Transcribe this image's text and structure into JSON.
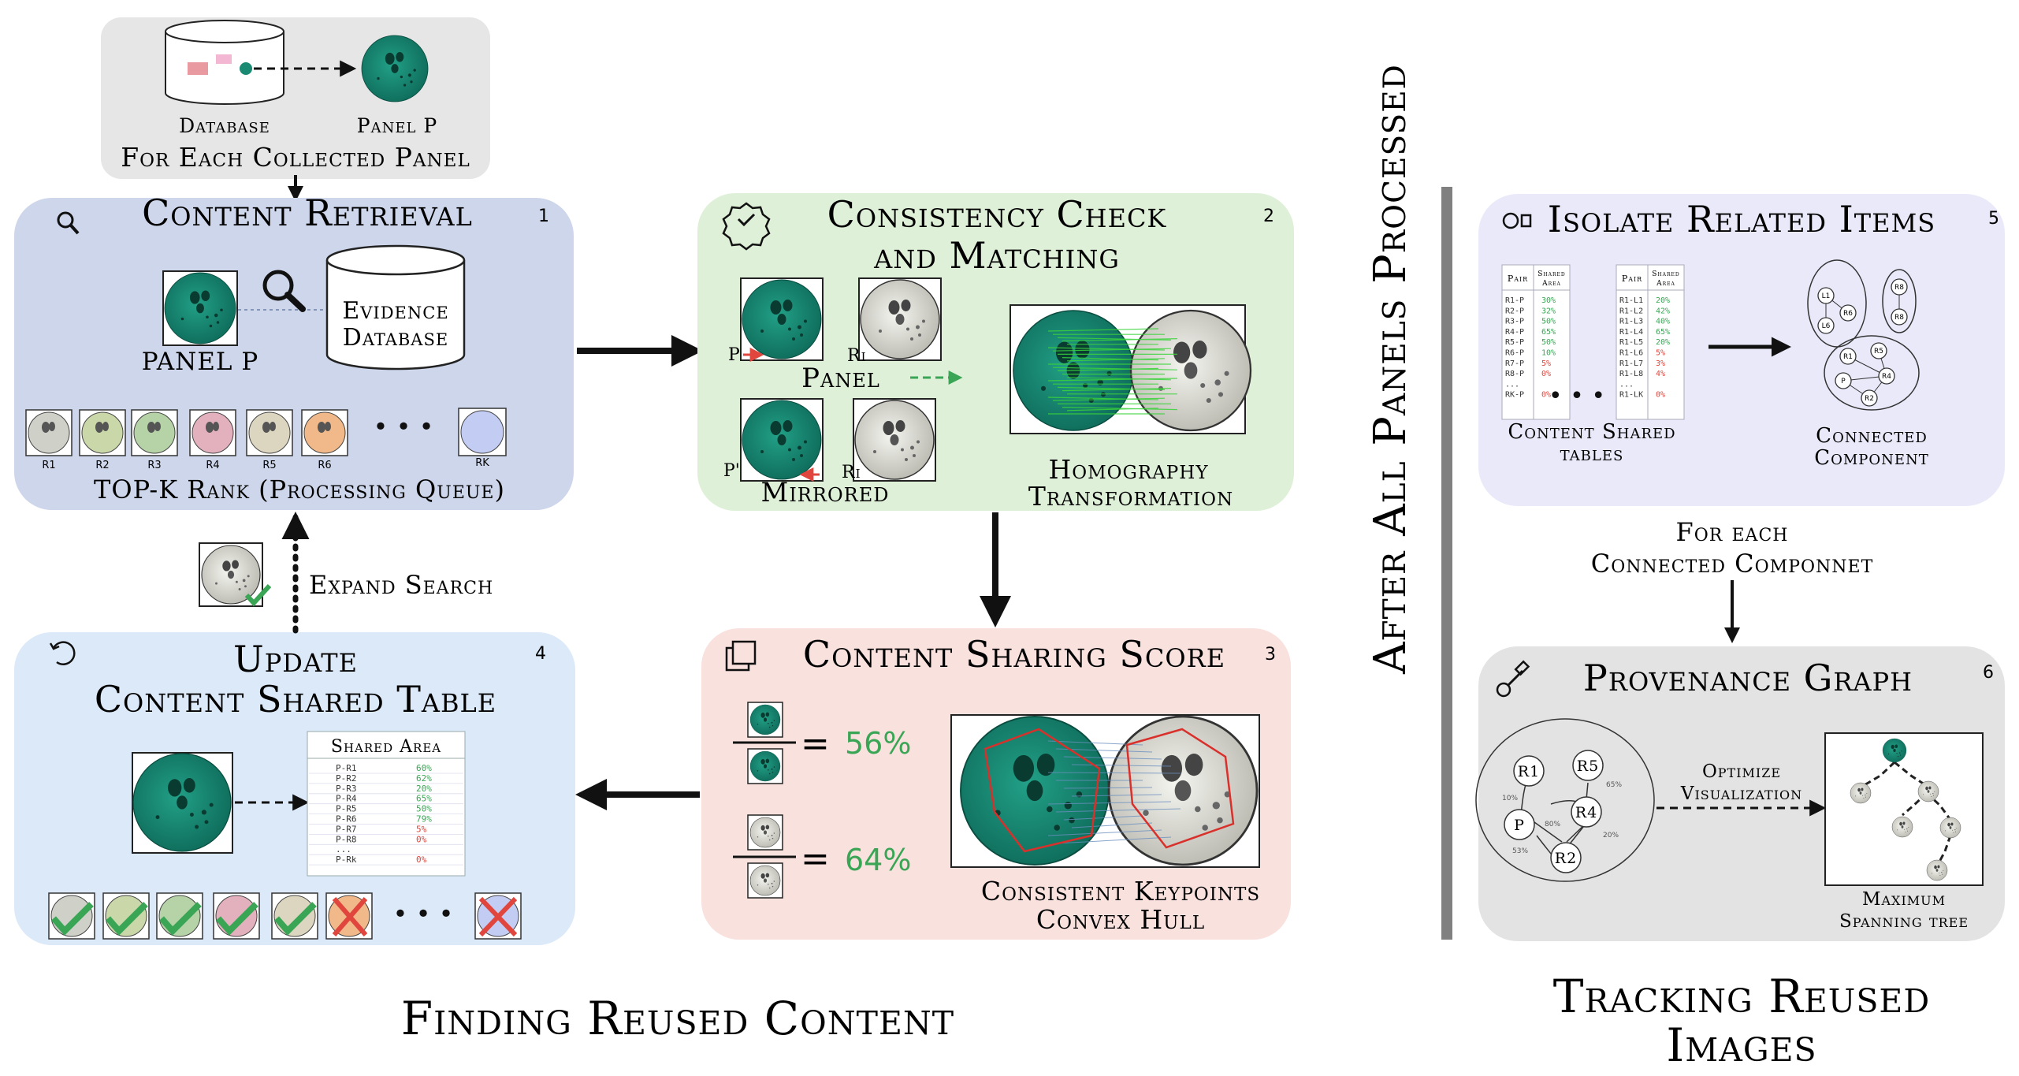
{
  "top": {
    "database": "Database",
    "panel": "Panel P",
    "caption": "For Each Collected Panel"
  },
  "box1": {
    "number": "1",
    "title": "Content Retrieval",
    "panel_label": "PANEL P",
    "evidence_db": [
      "Evidence",
      "Database"
    ],
    "ranks": [
      "R1",
      "R2",
      "R3",
      "R4",
      "R5",
      "R6"
    ],
    "rk": "RK",
    "ellipsis": "• • •",
    "caption": "TOP-K Rank (Processing Queue)"
  },
  "box2": {
    "number": "2",
    "title": [
      "Consistency Check",
      "and Matching"
    ],
    "p": "P",
    "ri": "Ri",
    "p_prime": "P'",
    "ri2": "Ri",
    "panel": "Panel",
    "mirrored": "Mirrored",
    "homography": [
      "Homography",
      "Transformation"
    ]
  },
  "box3": {
    "number": "3",
    "title": "Content Sharing Score",
    "scores": [
      "56%",
      "64%"
    ],
    "caption": [
      "Consistent Keypoints",
      "Convex Hull"
    ]
  },
  "box4": {
    "number": "4",
    "title": [
      "Update",
      "Content Shared Table"
    ],
    "table_header": "Shared Area",
    "rows": [
      {
        "pair": "P-R1",
        "value": "60%",
        "color": "#3aa655"
      },
      {
        "pair": "P-R2",
        "value": "62%",
        "color": "#3aa655"
      },
      {
        "pair": "P-R3",
        "value": "20%",
        "color": "#3aa655"
      },
      {
        "pair": "P-R4",
        "value": "65%",
        "color": "#3aa655"
      },
      {
        "pair": "P-R5",
        "value": "50%",
        "color": "#3aa655"
      },
      {
        "pair": "P-R6",
        "value": "79%",
        "color": "#3aa655"
      },
      {
        "pair": "P-R7",
        "value": "5%",
        "color": "#e0463d"
      },
      {
        "pair": "P-R8",
        "value": "0%",
        "color": "#e0463d"
      },
      {
        "pair": "...",
        "value": "",
        "color": "#555"
      },
      {
        "pair": "P-Rk",
        "value": "0%",
        "color": "#e0463d"
      }
    ],
    "ellipsis": "• • •"
  },
  "expand_search": "Expand  Search",
  "box5": {
    "number": "5",
    "title": "Isolate Related Items",
    "table_a": {
      "h1": "Pair",
      "h2": [
        "Shared",
        "Area"
      ],
      "rows": [
        {
          "pair": "R1-P",
          "value": "30%",
          "color": "#3aa655"
        },
        {
          "pair": "R2-P",
          "value": "32%",
          "color": "#3aa655"
        },
        {
          "pair": "R3-P",
          "value": "50%",
          "color": "#3aa655"
        },
        {
          "pair": "R4-P",
          "value": "65%",
          "color": "#3aa655"
        },
        {
          "pair": "R5-P",
          "value": "50%",
          "color": "#3aa655"
        },
        {
          "pair": "R6-P",
          "value": "10%",
          "color": "#3aa655"
        },
        {
          "pair": "R7-P",
          "value": "5%",
          "color": "#e0463d"
        },
        {
          "pair": "R8-P",
          "value": "0%",
          "color": "#e0463d"
        },
        {
          "pair": "...",
          "value": "",
          "color": "#555"
        },
        {
          "pair": "RK-P",
          "value": "0%",
          "color": "#e0463d"
        }
      ]
    },
    "table_b": {
      "h1": "Pair",
      "h2": [
        "Shared",
        "Area"
      ],
      "rows": [
        {
          "pair": "R1-L1",
          "value": "20%",
          "color": "#3aa655"
        },
        {
          "pair": "R1-L2",
          "value": "42%",
          "color": "#3aa655"
        },
        {
          "pair": "R1-L3",
          "value": "40%",
          "color": "#3aa655"
        },
        {
          "pair": "R1-L4",
          "value": "65%",
          "color": "#3aa655"
        },
        {
          "pair": "R1-L5",
          "value": "20%",
          "color": "#3aa655"
        },
        {
          "pair": "R1-L6",
          "value": "5%",
          "color": "#e0463d"
        },
        {
          "pair": "R1-L7",
          "value": "3%",
          "color": "#e0463d"
        },
        {
          "pair": "R1-L8",
          "value": "4%",
          "color": "#e0463d"
        },
        {
          "pair": "...",
          "value": "",
          "color": "#555"
        },
        {
          "pair": "R1-LK",
          "value": "0%",
          "color": "#e0463d"
        }
      ]
    },
    "tables_caption": [
      "Content Shared",
      "tables"
    ],
    "component_caption": [
      "Connected",
      "Component"
    ],
    "nodes_a": [
      "L1",
      "R6",
      "L6"
    ],
    "nodes_b": [
      "R8",
      "R8"
    ],
    "nodes_c": [
      "R1",
      "R5",
      "R4",
      "P",
      "R2"
    ],
    "ellipsis": "• • •"
  },
  "for_each": [
    "For each",
    "Connected Componnet"
  ],
  "box6": {
    "number": "6",
    "title": "Provenance Graph",
    "nodes": [
      "R1",
      "R5",
      "R4",
      "P",
      "R2"
    ],
    "edge_labels": [
      "65%",
      "10%",
      "80%",
      "53%",
      "20%"
    ],
    "optimize": [
      "Optimize",
      "Visualization"
    ],
    "tree_caption": [
      "Maximum",
      "Spanning tree"
    ]
  },
  "vertical_label": "After All Panels Processed",
  "footer": {
    "left": "Finding Reused Content",
    "right": [
      "Tracking Reused",
      "Images"
    ]
  },
  "colors": {
    "box1": "#cdd6ea",
    "box2": "#dff0d8",
    "box3": "#f9e1de",
    "box4": "#dce9f9",
    "box5": "#e9e9fa",
    "box6": "#e3e3e3",
    "top": "#e6e6e6",
    "teal": "#1a8a73",
    "green": "#3aa655",
    "red": "#e0463d"
  }
}
